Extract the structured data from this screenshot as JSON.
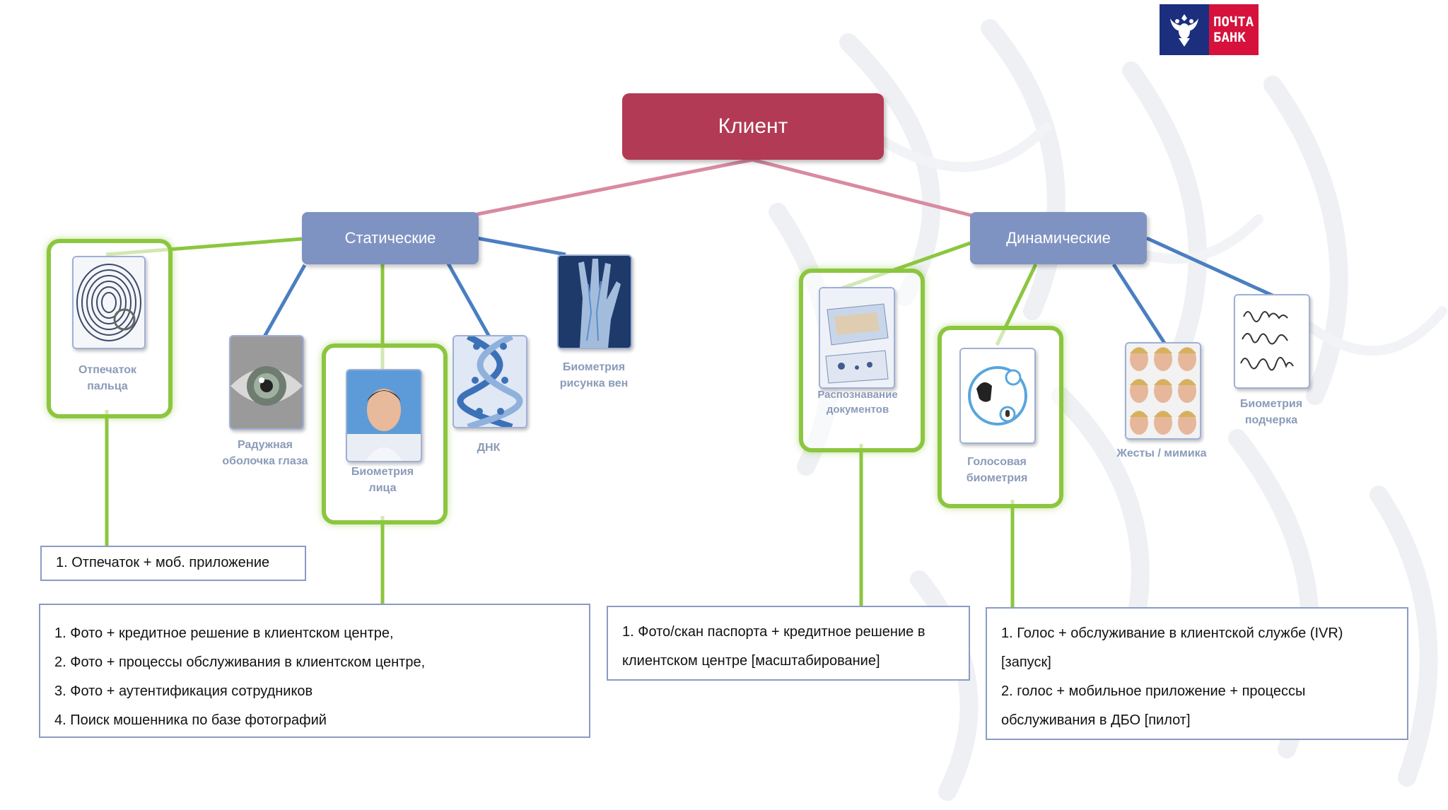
{
  "logo": {
    "text_line1": "ПОЧТА",
    "text_line2": "БАНК",
    "emblem_icon": "double-headed-eagle-icon",
    "colors": {
      "emblem": "#1b2f7e",
      "text_bg": "#d6113b"
    }
  },
  "root": {
    "label": "Клиент",
    "color": "#b23a54"
  },
  "categories": {
    "static": {
      "label": "Статические"
    },
    "dynamic": {
      "label": "Динамические"
    }
  },
  "static_items": {
    "fingerprint": {
      "label_l1": "Отпечаток",
      "label_l2": "пальца",
      "icon": "fingerprint-icon"
    },
    "iris": {
      "label_l1": "Радужная",
      "label_l2": "оболочка глаза",
      "icon": "eye-iris-icon"
    },
    "face": {
      "label_l1": "Биометрия",
      "label_l2": "лица",
      "icon": "face-portrait-icon"
    },
    "dna": {
      "label_l1": "ДНК",
      "icon": "dna-helix-icon"
    },
    "veins": {
      "label_l1": "Биометрия",
      "label_l2": "рисунка вен",
      "icon": "hand-veins-icon"
    }
  },
  "dynamic_items": {
    "documents": {
      "label_l1": "Распознавание",
      "label_l2": "документов",
      "icon": "document-scan-icon"
    },
    "voice": {
      "label_l1": "Голосовая",
      "label_l2": "биометрия",
      "icon": "voice-speaker-icon"
    },
    "gestures": {
      "label_l1": "Жесты / мимика",
      "icon": "facial-expressions-icon"
    },
    "handwriting": {
      "label_l1": "Биометрия",
      "label_l2": "подчерка",
      "icon": "handwriting-icon"
    }
  },
  "use_cases": {
    "fingerprint": [
      "1. Отпечаток + моб. приложение"
    ],
    "face": [
      "1. Фото + кредитное решение в клиентском центре,",
      "2. Фото + процессы обслуживания в клиентском центре,",
      "3. Фото + аутентификация сотрудников",
      "4. Поиск мошенника по базе фотографий"
    ],
    "documents": [
      "1. Фото/скан паспорта + кредитное решение в",
      "клиентском центре [масштабирование]"
    ],
    "voice": [
      "1. Голос + обслуживание в клиентской службе (IVR)",
      "[запуск]",
      "2. голос + мобильное приложение +  процессы",
      "обслуживания в ДБО [пилот]"
    ]
  },
  "colors": {
    "highlight": "#8cc63f",
    "root_link": "#d98aa0",
    "static_link": "#4a7fc1",
    "category_node": "#7f93c2"
  }
}
